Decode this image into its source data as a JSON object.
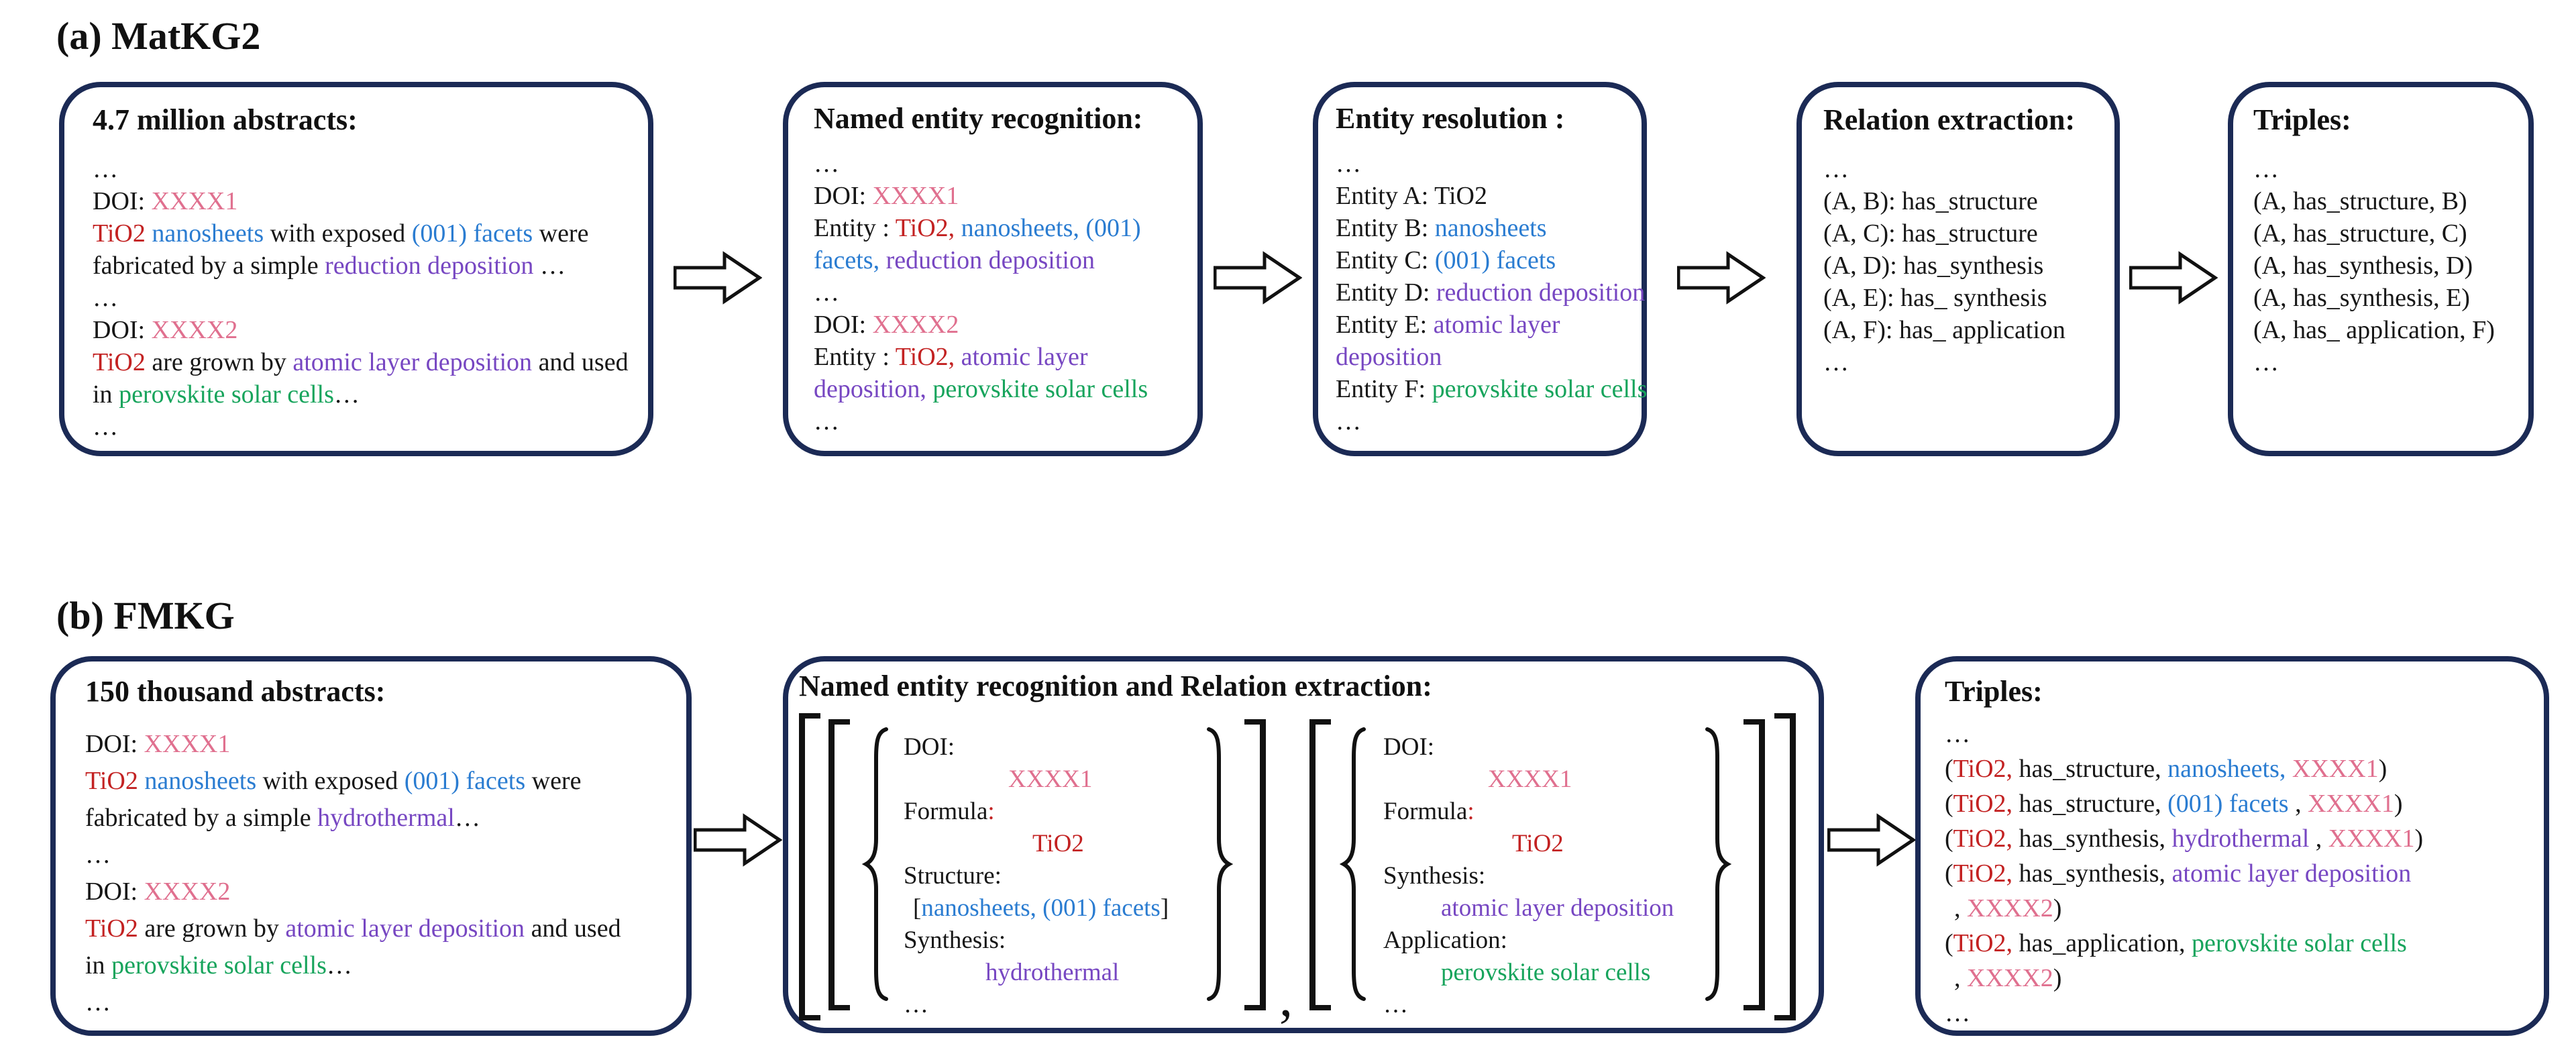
{
  "palette": {
    "navy": "#1b2a55",
    "ink": "#111111",
    "red": "#c32222",
    "pink": "#e0708f",
    "blue": "#2a7cd1",
    "purple": "#7747c2",
    "green": "#17a45c"
  },
  "section_a": {
    "heading": "(a) MatKG2",
    "abstracts": {
      "title": "4.7 million abstracts:",
      "lines": [
        {
          "indent": 0,
          "segs": [
            {
              "t": "…"
            }
          ]
        },
        {
          "indent": 0,
          "segs": [
            {
              "t": "DOI: "
            },
            {
              "t": "XXXX1",
              "c": "pink"
            }
          ]
        },
        {
          "indent": 0,
          "segs": [
            {
              "t": "TiO2",
              "c": "red"
            },
            {
              "t": " "
            },
            {
              "t": "nanosheets",
              "c": "blue"
            },
            {
              "t": " with exposed "
            },
            {
              "t": "(001) facets",
              "c": "blue"
            },
            {
              "t": " were"
            }
          ]
        },
        {
          "indent": 0,
          "segs": [
            {
              "t": "fabricated by a simple "
            },
            {
              "t": "reduction deposition",
              "c": "purple"
            },
            {
              "t": " …"
            }
          ]
        },
        {
          "indent": 0,
          "segs": [
            {
              "t": "…"
            }
          ]
        },
        {
          "indent": 0,
          "segs": [
            {
              "t": "DOI: "
            },
            {
              "t": "XXXX2",
              "c": "pink"
            }
          ]
        },
        {
          "indent": 0,
          "segs": [
            {
              "t": "TiO2",
              "c": "red"
            },
            {
              "t": " are grown by "
            },
            {
              "t": "atomic layer deposition",
              "c": "purple"
            },
            {
              "t": " and used"
            }
          ]
        },
        {
          "indent": 0,
          "segs": [
            {
              "t": "in "
            },
            {
              "t": "perovskite solar cells",
              "c": "green"
            },
            {
              "t": "…"
            }
          ]
        },
        {
          "indent": 0,
          "segs": [
            {
              "t": "…"
            }
          ]
        }
      ]
    },
    "ner": {
      "title": "Named entity recognition:",
      "lines": [
        {
          "indent": 0,
          "segs": [
            {
              "t": "…"
            }
          ]
        },
        {
          "indent": 0,
          "segs": [
            {
              "t": "DOI: "
            },
            {
              "t": "XXXX1",
              "c": "pink"
            }
          ]
        },
        {
          "indent": 0,
          "segs": [
            {
              "t": "Entity : "
            },
            {
              "t": "TiO2,",
              "c": "red"
            },
            {
              "t": " "
            },
            {
              "t": "nanosheets,",
              "c": "blue"
            },
            {
              "t": " "
            },
            {
              "t": "(001)",
              "c": "blue"
            }
          ]
        },
        {
          "indent": 0,
          "segs": [
            {
              "t": "facets,",
              "c": "blue"
            },
            {
              "t": " "
            },
            {
              "t": "reduction deposition",
              "c": "purple"
            }
          ]
        },
        {
          "indent": 0,
          "segs": [
            {
              "t": "…"
            }
          ]
        },
        {
          "indent": 0,
          "segs": [
            {
              "t": "DOI: "
            },
            {
              "t": "XXXX2",
              "c": "pink"
            }
          ]
        },
        {
          "indent": 0,
          "segs": [
            {
              "t": "Entity : "
            },
            {
              "t": "TiO2,",
              "c": "red"
            },
            {
              "t": " "
            },
            {
              "t": "atomic layer",
              "c": "purple"
            }
          ]
        },
        {
          "indent": 0,
          "segs": [
            {
              "t": "deposition,",
              "c": "purple"
            },
            {
              "t": " "
            },
            {
              "t": "perovskite solar cells",
              "c": "green"
            }
          ]
        },
        {
          "indent": 0,
          "segs": [
            {
              "t": "…"
            }
          ]
        }
      ]
    },
    "resolution": {
      "title": "Entity resolution :",
      "lines": [
        {
          "indent": 0,
          "segs": [
            {
              "t": "…"
            }
          ]
        },
        {
          "indent": 0,
          "segs": [
            {
              "t": "Entity A: TiO2"
            }
          ]
        },
        {
          "indent": 0,
          "segs": [
            {
              "t": "Entity B: "
            },
            {
              "t": "nanosheets",
              "c": "blue"
            }
          ]
        },
        {
          "indent": 0,
          "segs": [
            {
              "t": "Entity C: "
            },
            {
              "t": "(001) facets",
              "c": "blue"
            }
          ]
        },
        {
          "indent": 0,
          "segs": [
            {
              "t": "Entity D: "
            },
            {
              "t": "reduction deposition",
              "c": "purple"
            }
          ]
        },
        {
          "indent": 0,
          "segs": [
            {
              "t": "Entity E: "
            },
            {
              "t": "atomic layer",
              "c": "purple"
            }
          ]
        },
        {
          "indent": 0,
          "segs": [
            {
              "t": "deposition",
              "c": "purple"
            }
          ]
        },
        {
          "indent": 0,
          "segs": [
            {
              "t": "Entity F: "
            },
            {
              "t": "perovskite solar cells",
              "c": "green"
            }
          ]
        },
        {
          "indent": 0,
          "segs": [
            {
              "t": "…"
            }
          ]
        }
      ]
    },
    "relation": {
      "title": "Relation extraction:",
      "lines": [
        {
          "indent": 0,
          "segs": [
            {
              "t": "…"
            }
          ]
        },
        {
          "indent": 0,
          "segs": [
            {
              "t": "(A, B): has_structure"
            }
          ]
        },
        {
          "indent": 0,
          "segs": [
            {
              "t": "(A, C): has_structure"
            }
          ]
        },
        {
          "indent": 0,
          "segs": [
            {
              "t": "(A, D): has_synthesis"
            }
          ]
        },
        {
          "indent": 0,
          "segs": [
            {
              "t": "(A, E): has_ synthesis"
            }
          ]
        },
        {
          "indent": 0,
          "segs": [
            {
              "t": "(A, F): has_ application"
            }
          ]
        },
        {
          "indent": 0,
          "segs": [
            {
              "t": "…"
            }
          ]
        }
      ]
    },
    "triples": {
      "title": "Triples:",
      "lines": [
        {
          "indent": 0,
          "segs": [
            {
              "t": "…"
            }
          ]
        },
        {
          "indent": 0,
          "segs": [
            {
              "t": "(A, has_structure, B)"
            }
          ]
        },
        {
          "indent": 0,
          "segs": [
            {
              "t": "(A, has_structure, C)"
            }
          ]
        },
        {
          "indent": 0,
          "segs": [
            {
              "t": "(A, has_synthesis, D)"
            }
          ]
        },
        {
          "indent": 0,
          "segs": [
            {
              "t": "(A, has_synthesis, E)"
            }
          ]
        },
        {
          "indent": 0,
          "segs": [
            {
              "t": "(A, has_ application, F)"
            }
          ]
        },
        {
          "indent": 0,
          "segs": [
            {
              "t": "…"
            }
          ]
        }
      ]
    }
  },
  "section_b": {
    "heading": "(b) FMKG",
    "abstracts": {
      "title": "150 thousand abstracts:",
      "lines": [
        {
          "indent": 0,
          "segs": [
            {
              "t": "DOI: "
            },
            {
              "t": "XXXX1",
              "c": "pink"
            }
          ]
        },
        {
          "indent": 0,
          "segs": [
            {
              "t": "TiO2",
              "c": "red"
            },
            {
              "t": " "
            },
            {
              "t": "nanosheets",
              "c": "blue"
            },
            {
              "t": " with exposed "
            },
            {
              "t": "(001) facets",
              "c": "blue"
            },
            {
              "t": " were"
            }
          ]
        },
        {
          "indent": 0,
          "segs": [
            {
              "t": "fabricated by a simple "
            },
            {
              "t": "hydrothermal",
              "c": "purple"
            },
            {
              "t": "…"
            }
          ]
        },
        {
          "indent": 0,
          "segs": [
            {
              "t": "…"
            }
          ]
        },
        {
          "indent": 0,
          "segs": [
            {
              "t": "DOI: "
            },
            {
              "t": "XXXX2",
              "c": "pink"
            }
          ]
        },
        {
          "indent": 0,
          "segs": [
            {
              "t": "TiO2",
              "c": "red"
            },
            {
              "t": " are grown by "
            },
            {
              "t": "atomic layer deposition",
              "c": "purple"
            },
            {
              "t": " and used"
            }
          ]
        },
        {
          "indent": 0,
          "segs": [
            {
              "t": "in "
            },
            {
              "t": "perovskite solar cells",
              "c": "green"
            },
            {
              "t": "…"
            }
          ]
        },
        {
          "indent": 0,
          "segs": [
            {
              "t": "…"
            }
          ]
        }
      ]
    },
    "ner_re": {
      "title": "Named entity recognition and Relation extraction:",
      "separator": ",",
      "record1": {
        "lines": [
          {
            "indent": 0,
            "segs": [
              {
                "t": "DOI:"
              }
            ]
          },
          {
            "indent": 4,
            "segs": [
              {
                "t": "XXXX1",
                "c": "pink"
              }
            ]
          },
          {
            "indent": 0,
            "segs": [
              {
                "t": "Formula"
              },
              {
                "t": ":",
                "c": "red"
              }
            ]
          },
          {
            "indent": 5,
            "segs": [
              {
                "t": "TiO2",
                "c": "red"
              }
            ]
          },
          {
            "indent": 0,
            "segs": [
              {
                "t": "Structure:"
              }
            ]
          },
          {
            "indent": 1,
            "segs": [
              {
                "t": "["
              },
              {
                "t": "nanosheets, (001) facets",
                "c": "blue"
              },
              {
                "t": "]"
              }
            ]
          },
          {
            "indent": 0,
            "segs": [
              {
                "t": "Synthesis:"
              }
            ]
          },
          {
            "indent": 3,
            "segs": [
              {
                "t": "hydrothermal",
                "c": "purple"
              }
            ]
          },
          {
            "indent": 0,
            "segs": [
              {
                "t": "…"
              }
            ]
          }
        ]
      },
      "record2": {
        "lines": [
          {
            "indent": 0,
            "segs": [
              {
                "t": "DOI:"
              }
            ]
          },
          {
            "indent": 4,
            "segs": [
              {
                "t": "XXXX1",
                "c": "pink"
              }
            ]
          },
          {
            "indent": 0,
            "segs": [
              {
                "t": "Formula"
              },
              {
                "t": ":",
                "c": "red"
              }
            ]
          },
          {
            "indent": 5,
            "segs": [
              {
                "t": "TiO2",
                "c": "red"
              }
            ]
          },
          {
            "indent": 0,
            "segs": [
              {
                "t": "Synthesis:"
              }
            ]
          },
          {
            "indent": 2,
            "segs": [
              {
                "t": "atomic layer deposition",
                "c": "purple"
              }
            ]
          },
          {
            "indent": 0,
            "segs": [
              {
                "t": "Application:"
              }
            ]
          },
          {
            "indent": 2,
            "segs": [
              {
                "t": "perovskite solar cells",
                "c": "green"
              }
            ]
          },
          {
            "indent": 0,
            "segs": [
              {
                "t": "…"
              }
            ]
          }
        ]
      }
    },
    "triples": {
      "title": "Triples:",
      "lines": [
        {
          "indent": 0,
          "segs": [
            {
              "t": "…"
            }
          ]
        },
        {
          "indent": 0,
          "segs": [
            {
              "t": "("
            },
            {
              "t": "TiO2,",
              "c": "red"
            },
            {
              "t": " has_structure, "
            },
            {
              "t": "nanosheets,",
              "c": "blue"
            },
            {
              "t": " "
            },
            {
              "t": "XXXX1",
              "c": "pink"
            },
            {
              "t": ")"
            }
          ]
        },
        {
          "indent": 0,
          "segs": [
            {
              "t": "("
            },
            {
              "t": "TiO2,",
              "c": "red"
            },
            {
              "t": " has_structure, "
            },
            {
              "t": "(001) facets",
              "c": "blue"
            },
            {
              "t": " , "
            },
            {
              "t": "XXXX1",
              "c": "pink"
            },
            {
              "t": ")"
            }
          ]
        },
        {
          "indent": 0,
          "segs": [
            {
              "t": "("
            },
            {
              "t": "TiO2,",
              "c": "red"
            },
            {
              "t": " has_synthesis, "
            },
            {
              "t": "hydrothermal",
              "c": "purple"
            },
            {
              "t": " , "
            },
            {
              "t": "XXXX1",
              "c": "pink"
            },
            {
              "t": ")"
            }
          ]
        },
        {
          "indent": 0,
          "segs": [
            {
              "t": "("
            },
            {
              "t": "TiO2,",
              "c": "red"
            },
            {
              "t": " has_synthesis, "
            },
            {
              "t": "atomic layer deposition",
              "c": "purple"
            }
          ]
        },
        {
          "indent": 1,
          "segs": [
            {
              "t": ", "
            },
            {
              "t": "XXXX2",
              "c": "pink"
            },
            {
              "t": ")"
            }
          ]
        },
        {
          "indent": 0,
          "segs": [
            {
              "t": "("
            },
            {
              "t": "TiO2,",
              "c": "red"
            },
            {
              "t": " has_application, "
            },
            {
              "t": "perovskite solar cells",
              "c": "green"
            }
          ]
        },
        {
          "indent": 1,
          "segs": [
            {
              "t": ", "
            },
            {
              "t": "XXXX2",
              "c": "pink"
            },
            {
              "t": ")"
            }
          ]
        },
        {
          "indent": 0,
          "segs": [
            {
              "t": "…"
            }
          ]
        }
      ]
    }
  }
}
